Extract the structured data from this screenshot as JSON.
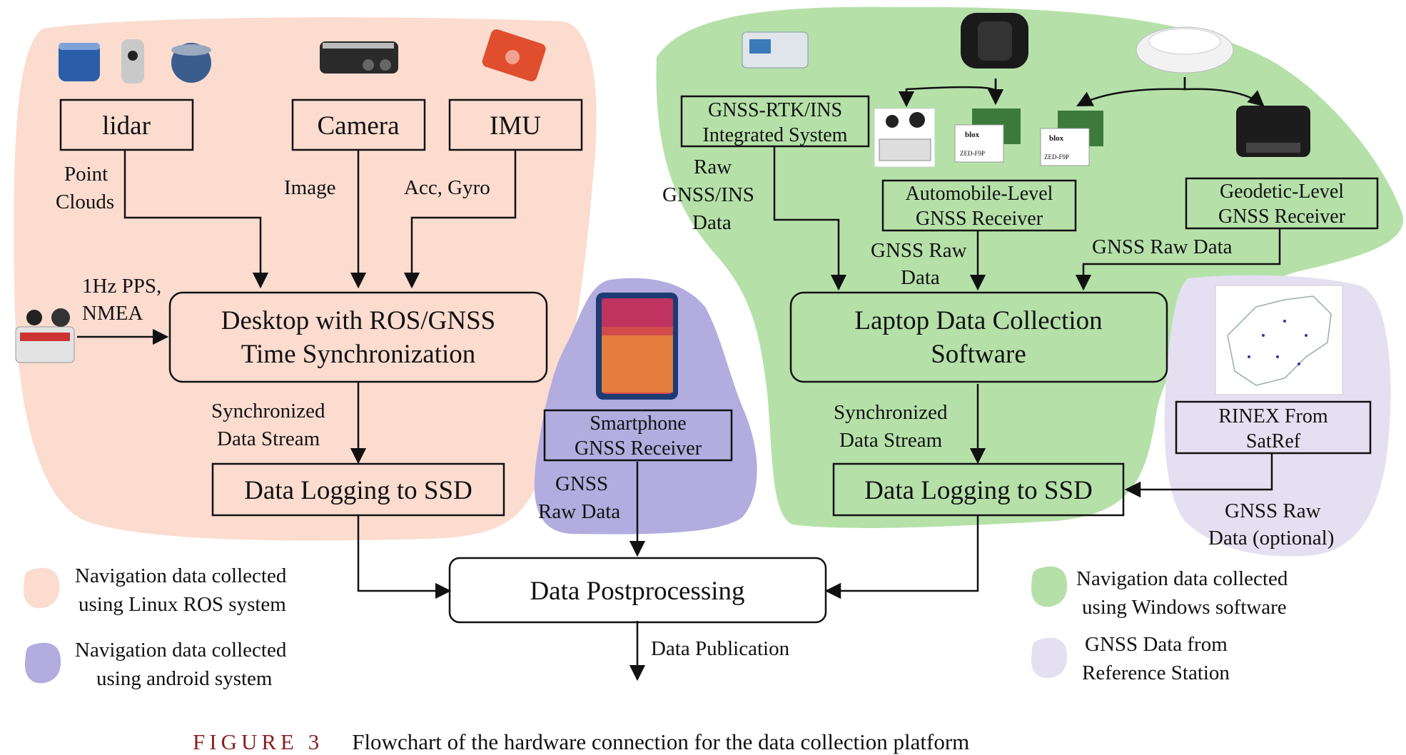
{
  "colors": {
    "linux_region": "#fbdccf",
    "android_region": "#b3acdf",
    "windows_region": "#b5e1a9",
    "reference_region": "#e4e0f1"
  },
  "linux": {
    "lidar": "lidar",
    "camera": "Camera",
    "imu": "IMU",
    "point_clouds_1": "Point",
    "point_clouds_2": "Clouds",
    "image": "Image",
    "acc_gyro": "Acc, Gyro",
    "pps_1": "1Hz PPS,",
    "pps_2": "NMEA",
    "desktop_1": "Desktop with ROS/GNSS",
    "desktop_2": "Time Synchronization",
    "sync_1": "Synchronized",
    "sync_2": "Data Stream",
    "logging": "Data Logging to SSD"
  },
  "android": {
    "smartphone_1": "Smartphone",
    "smartphone_2": "GNSS Receiver",
    "raw_1": "GNSS",
    "raw_2": "Raw Data"
  },
  "windows": {
    "rtk_1": "GNSS-RTK/INS",
    "rtk_2": "Integrated System",
    "raw_ins_1": "Raw",
    "raw_ins_2": "GNSS/INS",
    "raw_ins_3": "Data",
    "auto_1": "Automobile-Level",
    "auto_2": "GNSS Receiver",
    "auto_raw_1": "GNSS Raw",
    "auto_raw_2": "Data",
    "geo_1": "Geodetic-Level",
    "geo_2": "GNSS Receiver",
    "geo_raw": "GNSS Raw Data",
    "laptop_1": "Laptop Data Collection",
    "laptop_2": "Software",
    "sync_1": "Synchronized",
    "sync_2": "Data Stream",
    "logging": "Data Logging to SSD",
    "ublox_brand": "blox",
    "ublox_model": "ZED-F9P"
  },
  "reference": {
    "rinex_1": "RINEX From",
    "rinex_2": "SatRef",
    "raw_1": "GNSS Raw",
    "raw_2": "Data (optional)"
  },
  "postprocessing": "Data Postprocessing",
  "publication": "Data Publication",
  "legend": [
    {
      "line1": "Navigation data collected",
      "line2": "using Linux ROS system",
      "color": "#fbdccf"
    },
    {
      "line1": "Navigation data collected",
      "line2": "using android system",
      "color": "#b3acdf"
    },
    {
      "line1": "Navigation data collected",
      "line2": "using Windows software",
      "color": "#b5e1a9"
    },
    {
      "line1": "GNSS Data from",
      "line2": "Reference Station",
      "color": "#e4e0f1"
    }
  ],
  "caption": {
    "figure": "FIGURE 3",
    "text": "Flowchart of the hardware connection for the data collection platform"
  }
}
